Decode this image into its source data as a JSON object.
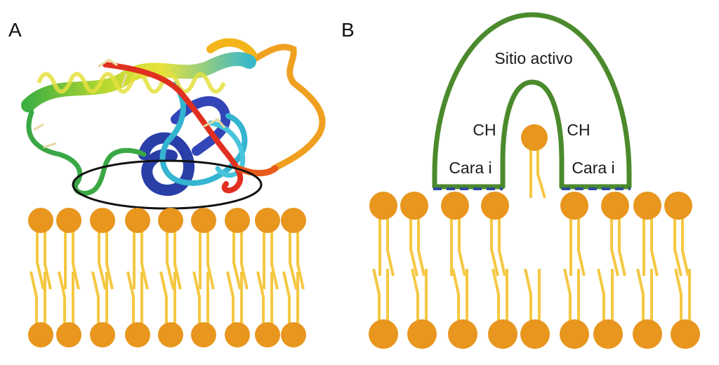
{
  "panel_a": {
    "label": "A"
  },
  "panel_b": {
    "label": "B",
    "active_site_label": "Sitio activo",
    "left_ch_label": "CH",
    "right_ch_label": "CH",
    "left_face_label": "Cara i",
    "right_face_label": "Cara i"
  },
  "colors": {
    "lipid_head": "#e8961e",
    "lipid_tail": "#f5c842",
    "enzyme_outline": "#4b8a2c",
    "interface_dash": "#2e4aa0",
    "binding_ellipse": "#111111"
  }
}
